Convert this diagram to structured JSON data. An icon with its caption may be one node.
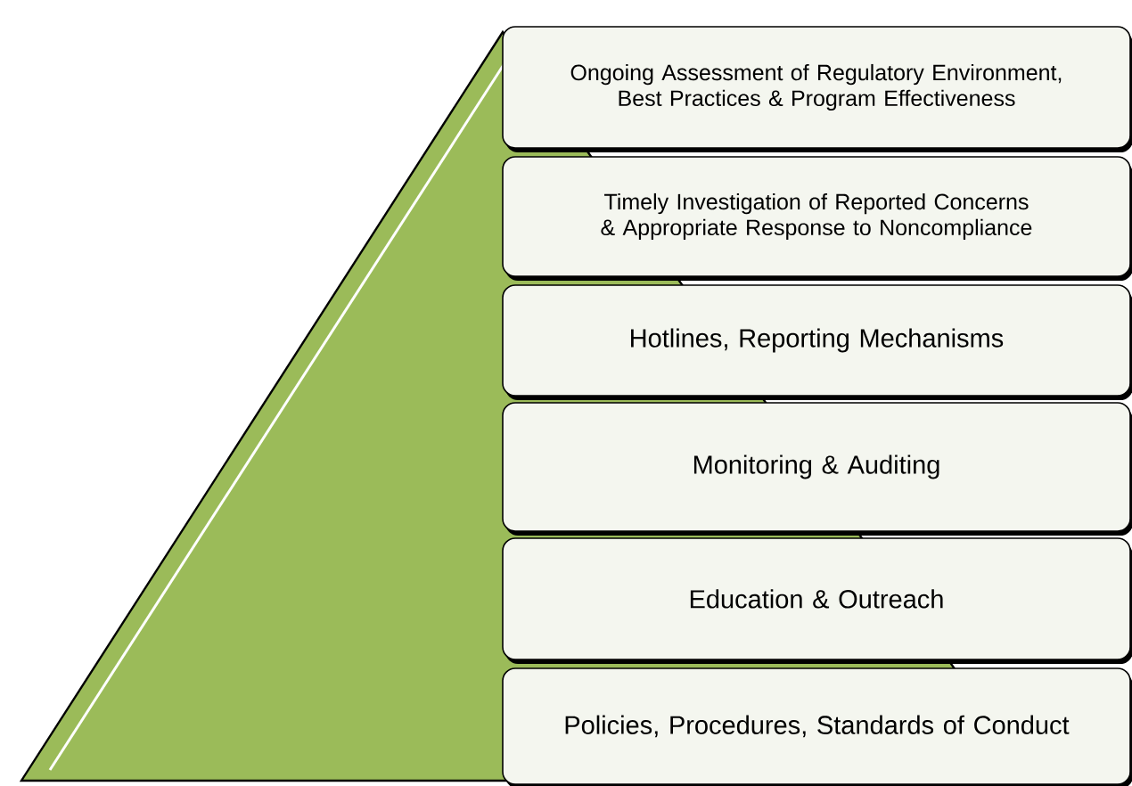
{
  "diagram": {
    "nodes": [
      {
        "text": [
          "Ongoing Assessment of Regulatory Environment, Best Practices & Program Effectiveness"
        ]
      },
      {
        "text": [
          "Timely Investigation of Reported Concerns & Appropriate Response to Noncompliance"
        ]
      },
      {
        "text": [
          "Hotlines, Reporting Mechanisms"
        ]
      },
      {
        "text": [
          "Monitoring & Auditing"
        ]
      },
      {
        "text": [
          "Education & Outreach"
        ]
      },
      {
        "text": [
          "Policies, Procedures, Standards of Conduct"
        ]
      }
    ]
  }
}
